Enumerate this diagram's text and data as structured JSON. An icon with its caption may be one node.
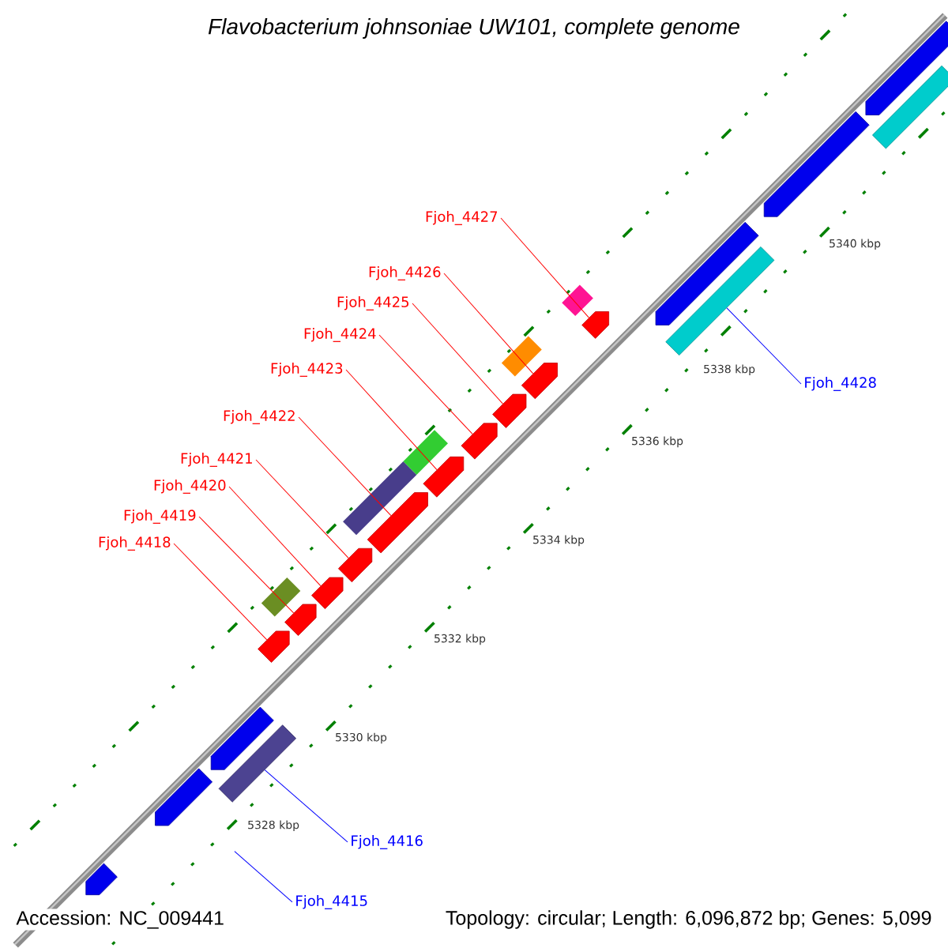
{
  "diagram": {
    "title": "Flavobacterium johnsoniae UW101, complete genome",
    "nodes": [
      {
        "text": [
          "Fjoh_4427"
        ]
      },
      {
        "text": [
          "Fjoh_4426"
        ]
      },
      {
        "text": [
          "Fjoh_4425"
        ]
      },
      {
        "text": [
          "Fjoh_4424"
        ]
      },
      {
        "text": [
          "Fjoh_4423"
        ]
      },
      {
        "text": [
          "Fjoh_4422"
        ]
      },
      {
        "text": [
          "Fjoh_4421"
        ]
      },
      {
        "text": [
          "Fjoh_4420"
        ]
      },
      {
        "text": [
          "Fjoh_4419"
        ]
      },
      {
        "text": [
          "Fjoh_4418"
        ]
      },
      {
        "text": [],
        "shape": "bar"
      },
      {
        "text": [],
        "shape": "bar"
      },
      {
        "text": [],
        "shape": "bar"
      },
      {
        "text": [],
        "shape": "bar"
      },
      {
        "text": [],
        "shape": "bar"
      },
      {
        "text": [],
        "shape": "bar"
      },
      {
        "text": [],
        "shape": "bar"
      },
      {
        "text": [],
        "shape": "bar"
      },
      {
        "text": [],
        "shape": "bar"
      },
      {
        "text": [],
        "shape": "bar"
      },
      {
        "text": [
          "Fjoh_4428"
        ]
      },
      {
        "text": [],
        "shape": "bar"
      },
      {
        "text": [
          "Fjoh_4416"
        ]
      },
      {
        "text": [],
        "shape": "bar"
      },
      {
        "text": [
          "Fjoh_4415"
        ]
      }
    ],
    "edges": [
      {
        "from": 0,
        "to": 10,
        "arrow": "none"
      },
      {
        "from": 1,
        "to": 11,
        "arrow": "none"
      },
      {
        "from": 2,
        "to": 12,
        "arrow": "none"
      },
      {
        "from": 3,
        "to": 13,
        "arrow": "none"
      },
      {
        "from": 4,
        "to": 14,
        "arrow": "none"
      },
      {
        "from": 5,
        "to": 15,
        "arrow": "none"
      },
      {
        "from": 6,
        "to": 16,
        "arrow": "none"
      },
      {
        "from": 7,
        "to": 17,
        "arrow": "none"
      },
      {
        "from": 8,
        "to": 18,
        "arrow": "none"
      },
      {
        "from": 9,
        "to": 19,
        "arrow": "none"
      },
      {
        "from": 20,
        "to": 21,
        "arrow": "none",
        "color": "#0000ff"
      },
      {
        "from": 22,
        "to": 23,
        "arrow": "none",
        "color": "#0000ff"
      },
      {
        "from": 24,
        "to": null,
        "arrow": "none",
        "color": "#0000ff"
      }
    ],
    "labels": [
      "5340 kbp",
      "5338 kbp",
      "5336 kbp",
      "5334 kbp",
      "5332 kbp",
      "5330 kbp",
      "5328 kbp",
      "Accession: NC_009441",
      "Topology: circular; Length: 6,096,872 bp; Genes: 5,099"
    ]
  }
}
